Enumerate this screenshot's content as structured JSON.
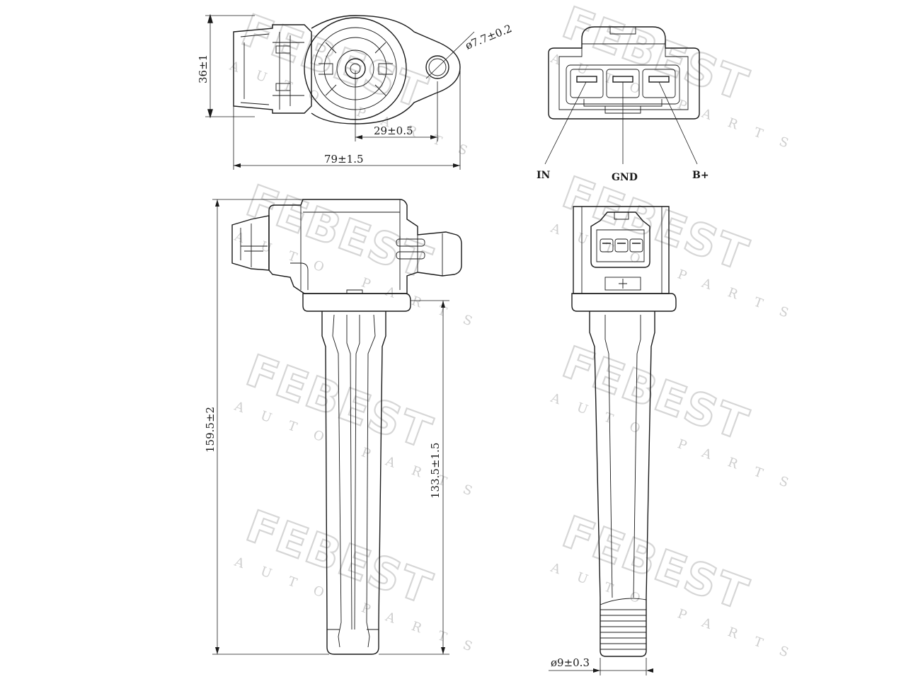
{
  "watermark": {
    "brand": "FEBEST",
    "tagline": "AUTO PARTS"
  },
  "dimensions": {
    "height_top": "36±1",
    "hole_dia": "ø7.7±0.2",
    "hole_offset": "29±0.5",
    "width": "79±1.5",
    "total_length": "159.5±2",
    "shaft_length": "133.5±1.5",
    "tip_dia": "ø9±0.3"
  },
  "pins": {
    "in": "IN",
    "gnd": "GND",
    "b_plus": "B+"
  },
  "colors": {
    "line": "#1a1a1a",
    "watermark": "#d6d6d6"
  }
}
